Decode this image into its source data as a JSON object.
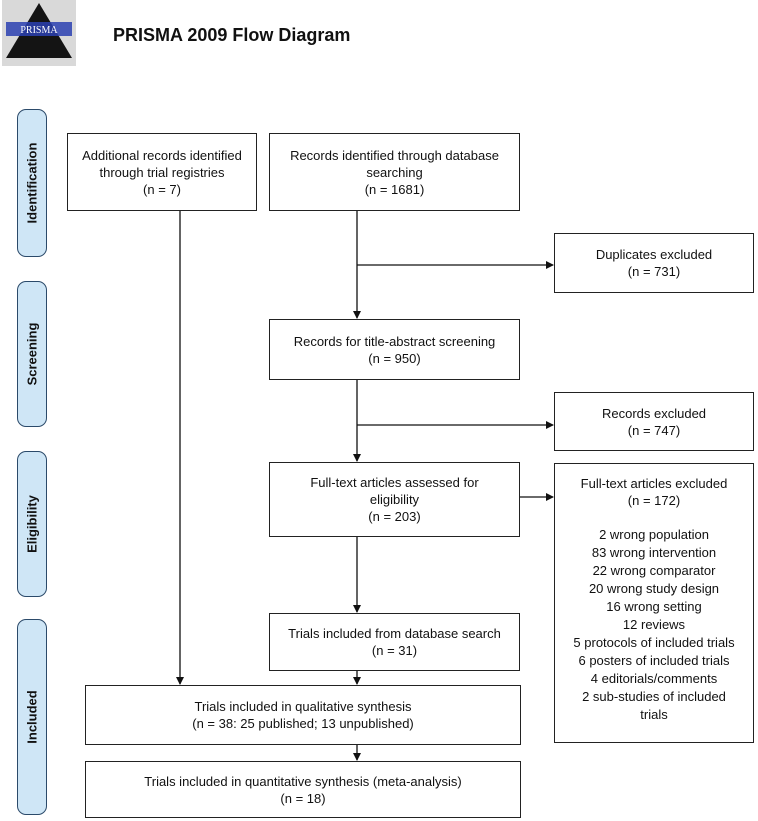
{
  "title": "PRISMA 2009 Flow Diagram",
  "logo_text": "PRISMA",
  "phases": {
    "identification": "Identification",
    "screening": "Screening",
    "eligibility": "Eligibility",
    "included": "Included"
  },
  "boxes": {
    "registries": [
      "Additional records identified",
      "through trial registries",
      "(n = 7)"
    ],
    "database": [
      "Records identified through database",
      "searching",
      "(n = 1681)"
    ],
    "duplicates": [
      "Duplicates excluded",
      "(n = 731)"
    ],
    "screening": [
      "Records for title-abstract screening",
      "(n = 950)"
    ],
    "records_excluded": [
      "Records excluded",
      "(n = 747)"
    ],
    "fulltext": [
      "Full-text articles assessed for",
      "eligibility",
      "(n = 203)"
    ],
    "fulltext_excluded": {
      "heading": [
        "Full-text articles excluded",
        "(n = 172)"
      ],
      "reasons": [
        "2 wrong population",
        "83 wrong intervention",
        "22 wrong comparator",
        "20 wrong study design",
        "16 wrong setting",
        "12 reviews",
        "5 protocols of included trials",
        "6 posters of included trials",
        "4 editorials/comments",
        "2 sub-studies of included",
        "trials"
      ]
    },
    "db_included": [
      "Trials included from database search",
      "(n = 31)"
    ],
    "qualitative": [
      "Trials included in qualitative synthesis",
      "(n = 38: 25 published; 13 unpublished)"
    ],
    "quantitative": [
      "Trials included in quantitative synthesis (meta-analysis)",
      "(n = 18)"
    ]
  }
}
